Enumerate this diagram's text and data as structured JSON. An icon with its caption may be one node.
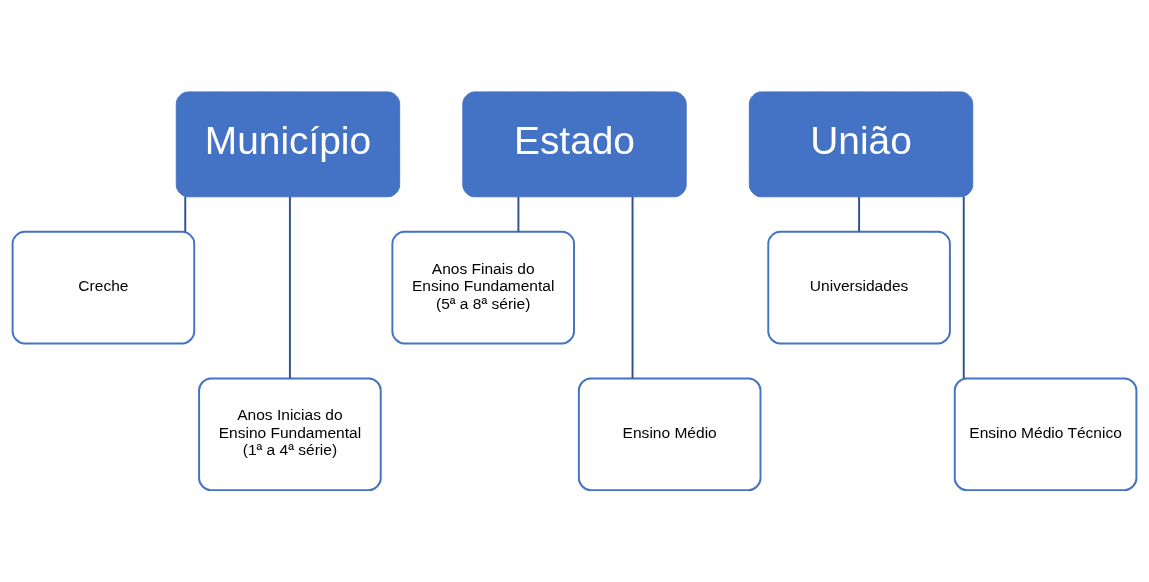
{
  "diagram": {
    "nodes": [
      {
        "text": [
          "Município"
        ]
      },
      {
        "text": [
          "Creche"
        ]
      },
      {
        "text": [
          "Anos Inicias do Ensino Fundamental (1ª a 4ª série)"
        ]
      },
      {
        "text": [
          "Estado"
        ]
      },
      {
        "text": [
          "Anos Finais do Ensino Fundamental (5ª a 8ª série)"
        ]
      },
      {
        "text": [
          "Ensino Médio"
        ]
      },
      {
        "text": [
          "União"
        ]
      },
      {
        "text": [
          "Universidades"
        ]
      },
      {
        "text": [
          "Ensino Médio Técnico"
        ]
      }
    ],
    "edges": [
      {
        "from": 0,
        "to": 1,
        "arrow": "none"
      },
      {
        "from": 0,
        "to": 2,
        "arrow": "none"
      },
      {
        "from": 3,
        "to": 4,
        "arrow": "none"
      },
      {
        "from": 3,
        "to": 5,
        "arrow": "none"
      },
      {
        "from": 6,
        "to": 7,
        "arrow": "none"
      },
      {
        "from": 6,
        "to": 8,
        "arrow": "none"
      }
    ]
  }
}
